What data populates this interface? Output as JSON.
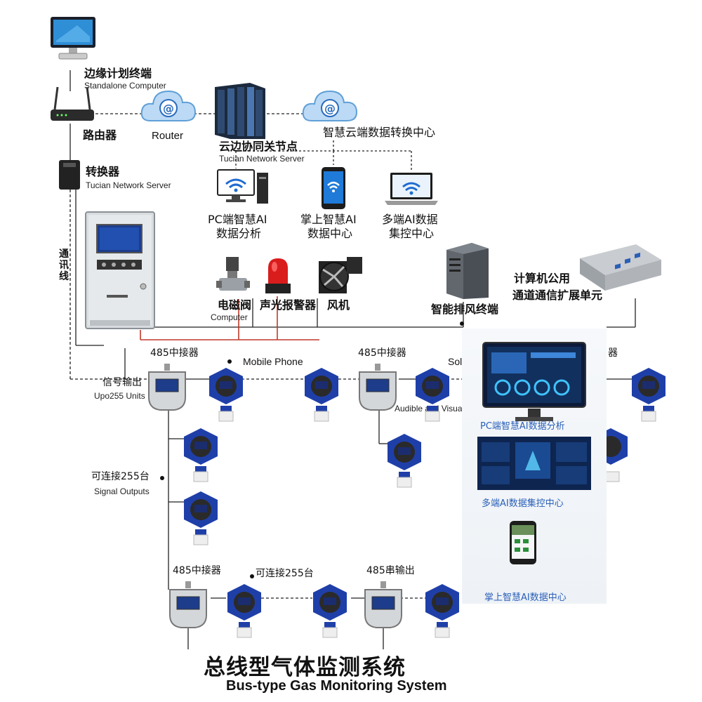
{
  "title": {
    "zh": "总线型气体监测系统",
    "en": "Bus-type Gas Monitoring System"
  },
  "nodes": {
    "edge_terminal": {
      "zh": "边缘计划终端",
      "en": "Standalone Computer"
    },
    "router_device": {
      "zh": "路由器"
    },
    "router_cloud": {
      "en": "Router"
    },
    "converter": {
      "zh": "转换器",
      "en": "Tucian Network Server"
    },
    "cloud_edge_gateway": {
      "zh": "云边协同关节点",
      "en": "Tucian Network Server"
    },
    "smart_cloud": {
      "zh": "智慧云端数据转换中心"
    },
    "pc_ai": {
      "zh_line1": "PC端智慧AI",
      "zh_line2": "数据分析"
    },
    "mobile_ai": {
      "zh_line1": "掌上智慧AI",
      "zh_line2": "数据中心"
    },
    "multi_ai": {
      "zh_line1": "多端AI数据",
      "zh_line2": "集控中心"
    },
    "cable_label": {
      "zh": "通讯线"
    },
    "solenoid_valve": {
      "zh": "电磁阀",
      "en": "Computer"
    },
    "alarm": {
      "zh": "声光报警器"
    },
    "fan": {
      "zh": "风机"
    },
    "smart_exhaust": {
      "zh": "智能排风终端"
    },
    "expansion_unit": {
      "zh_line1": "计算机公用",
      "zh_line2": "通道通信扩展单元"
    }
  },
  "bus_labels": {
    "repeater_1": "485中接器",
    "mobile_phone": "Mobile Phone",
    "repeater_2": "485中接器",
    "sol_partial": "Sol",
    "repeater_right_partial": "器",
    "signal_output_zh": "信号输出",
    "signal_output_en": "Upo255 Units",
    "audible_visual": "Audible and Visua",
    "connect_255_zh": "可连接255台",
    "connect_255_en": "Signal Outputs",
    "repeater_3": "485中接器",
    "connect_255_bottom": "可连接255台",
    "output_485": "485串输出"
  },
  "overlay_panel": {
    "pc_label": "PC端智慧AI数据分析",
    "multi_label": "多端AI数据集控中心",
    "mobile_label": "掌上智慧AI数据中心"
  },
  "colors": {
    "detector_blue": "#1f3fa8",
    "panel_text_blue": "#2a5fb8",
    "wire_red": "#c0392b",
    "wire_dark": "#222222"
  }
}
